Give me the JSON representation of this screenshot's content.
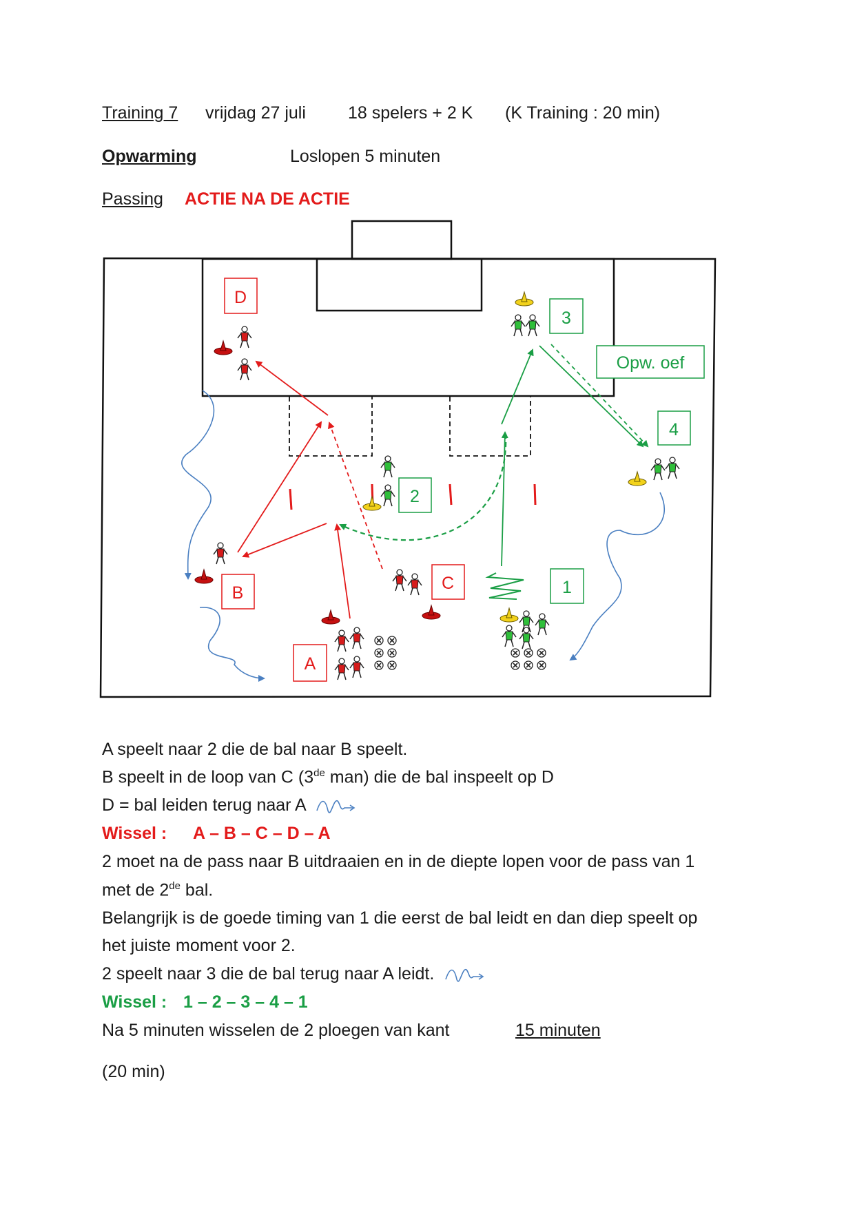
{
  "header": {
    "training": "Training 7",
    "date": "vrijdag 27 juli",
    "players": "18 spelers + 2 K",
    "k_training": "(K Training : 20 min)"
  },
  "warmup": {
    "title": "Opwarming",
    "text": "Loslopen 5 minuten"
  },
  "passing": {
    "title": "Passing",
    "subtitle": "ACTIE NA DE ACTIE"
  },
  "diagram": {
    "labels": {
      "A": "A",
      "B": "B",
      "C": "C",
      "D": "D",
      "n1": "1",
      "n2": "2",
      "n3": "3",
      "n4": "4",
      "opw": "Opw. oef"
    },
    "colors": {
      "red_team": "#e31b1b",
      "green_team": "#1a9e45",
      "dribble": "#4a7fc1",
      "yellow_cone": "#f2d21b"
    }
  },
  "instructions": {
    "l1": "A speelt naar 2 die de bal naar B speelt.",
    "l2a": "B speelt in de loop van C (3",
    "l2sup": "de",
    "l2b": " man)  die de bal inspeelt op D",
    "l3": "D = bal leiden terug naar A",
    "wissel1_label": "Wissel :",
    "wissel1_seq": "A – B – C – D – A",
    "l4": "2 moet na de pass naar B uitdraaien en in de diepte lopen voor de pass van 1",
    "l5a": "met de 2",
    "l5sup": "de",
    "l5b": " bal.",
    "l6": "Belangrijk is de goede timing van 1 die eerst de bal leidt en dan diep speelt op",
    "l7": "het juiste moment voor 2.",
    "l8": "2 speelt naar 3 die de bal terug naar A leidt.",
    "wissel2_label": "Wissel :",
    "wissel2_seq": "1 – 2 – 3 – 4 – 1",
    "l9": "Na 5 minuten wisselen de 2 ploegen van kant",
    "l9_duration": "15 minuten",
    "l10": "(20 min)"
  }
}
